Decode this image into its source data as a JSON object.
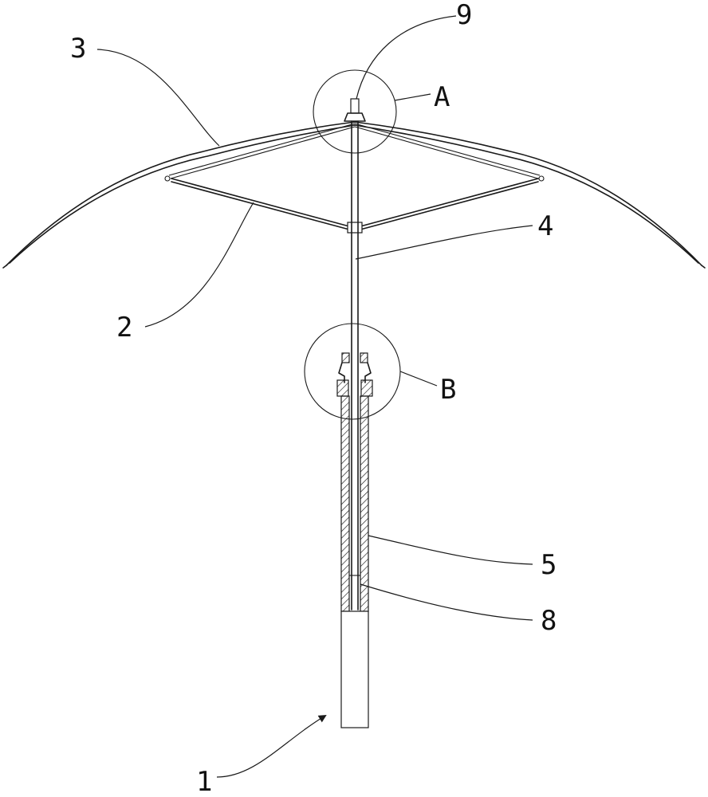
{
  "figure": {
    "labels": {
      "handle_section": "1",
      "stretcher_rib": "2",
      "canopy_rib": "3",
      "shaft": "4",
      "sleeve": "5",
      "inner_tube": "8",
      "top_notch": "9",
      "detail_a": "A",
      "detail_b": "B"
    }
  }
}
